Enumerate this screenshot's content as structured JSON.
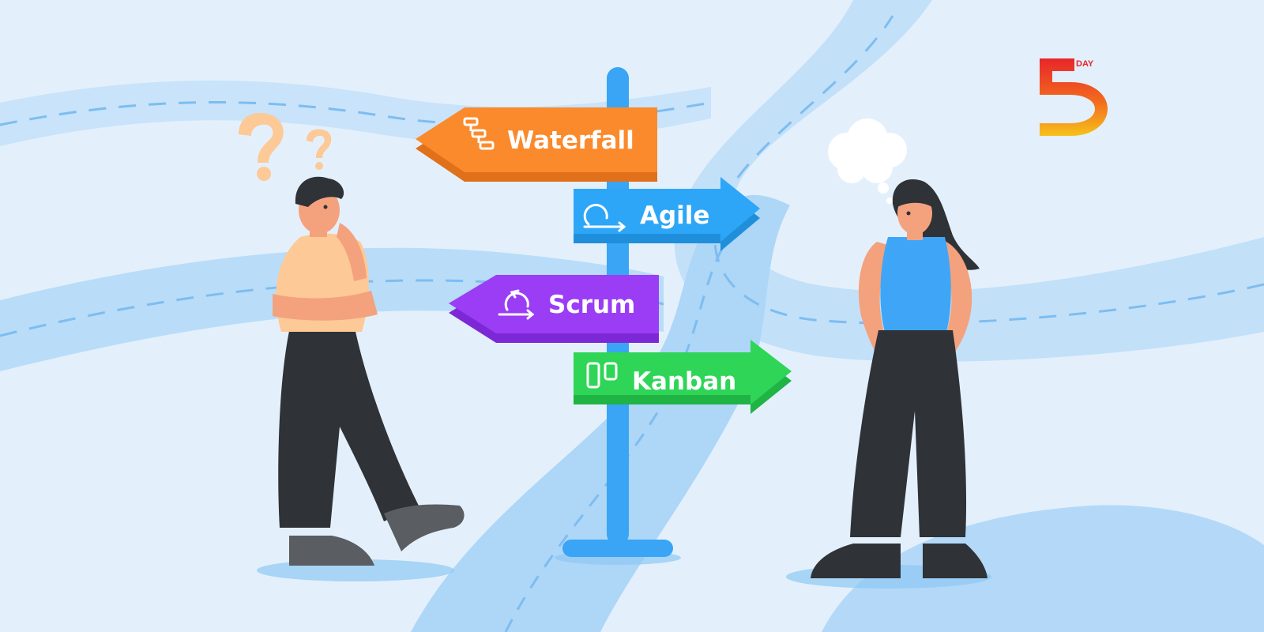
{
  "signs": [
    {
      "label": "Waterfall",
      "icon": "waterfall-icon",
      "direction": "left",
      "color": "#fa8a2c",
      "shade": "#e0701a"
    },
    {
      "label": "Agile",
      "icon": "agile-loop-icon",
      "direction": "right",
      "color": "#2ea6f7",
      "shade": "#1f8fdc"
    },
    {
      "label": "Scrum",
      "icon": "scrum-cycle-icon",
      "direction": "left",
      "color": "#9a3df5",
      "shade": "#7d28d6"
    },
    {
      "label": "Kanban",
      "icon": "kanban-board-icon",
      "direction": "right",
      "color": "#2fd557",
      "shade": "#1fb444"
    }
  ],
  "logo": {
    "text": "DAY",
    "number_icon": "five-logo-icon",
    "color_top": "#e8262a",
    "color_bottom": "#f7c21a"
  },
  "colors": {
    "background": "#e3f0fc",
    "road": "#b9dcf8",
    "pole": "#39a5f4",
    "pants": "#2f3236",
    "skin": "#f4a27e",
    "man_shirt": "#fdc996",
    "woman_top": "#3fa6f7",
    "shoes": "#5a5d61"
  },
  "decorations": {
    "question_marks": "question-mark-icon",
    "thought_bubble": "thought-bubble-icon"
  }
}
